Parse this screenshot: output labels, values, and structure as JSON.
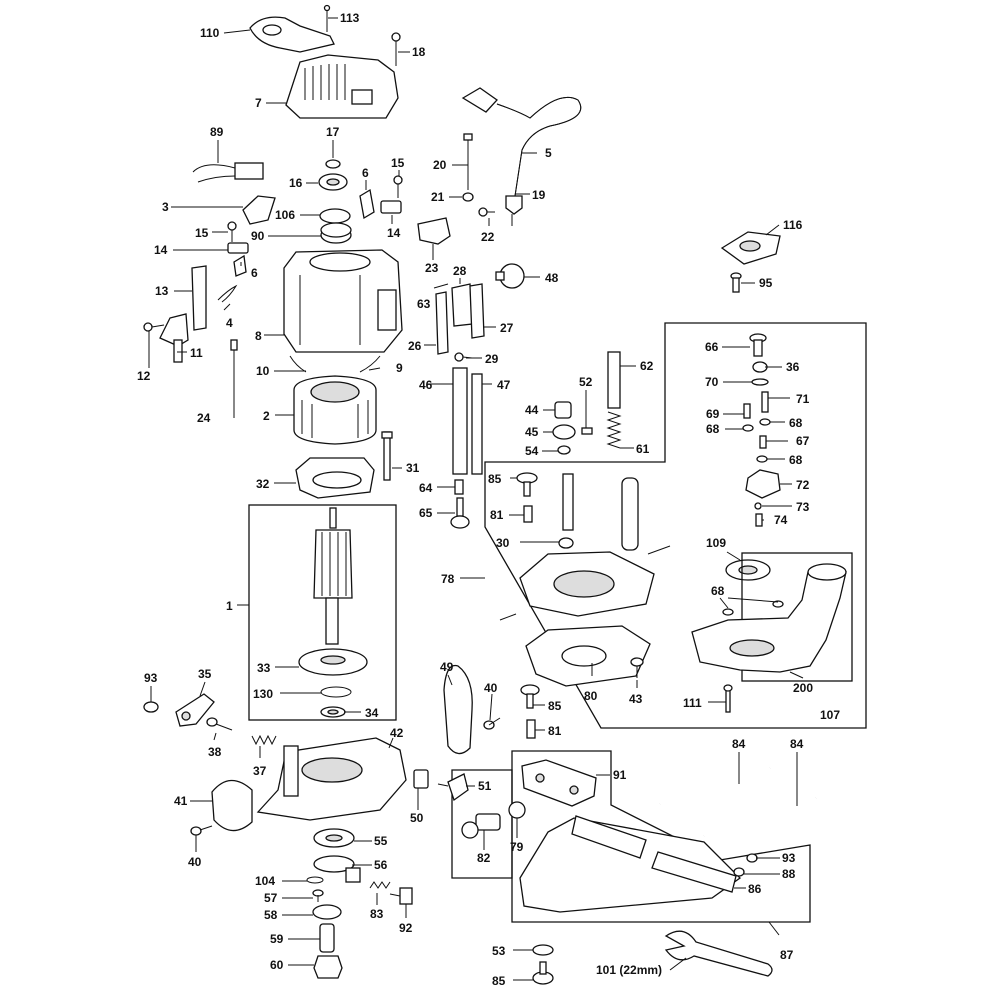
{
  "labels": {
    "l110": "110",
    "l113": "113",
    "l18": "18",
    "l7": "7",
    "l89": "89",
    "l17": "17",
    "l20": "20",
    "l5": "5",
    "l15a": "15",
    "l16": "16",
    "l6a": "6",
    "l21": "21",
    "l19": "19",
    "l3": "3",
    "l106": "106",
    "l14a": "14",
    "l22": "22",
    "l15b": "15",
    "l90": "90",
    "l116": "116",
    "l14b": "14",
    "l23": "23",
    "l28": "28",
    "l48": "48",
    "l6b": "6",
    "l95": "95",
    "l13": "13",
    "l63": "63",
    "l4": "4",
    "l27": "27",
    "l8": "8",
    "l26": "26",
    "l12": "12",
    "l11": "11",
    "l29": "29",
    "l66": "66",
    "l36": "36",
    "l62": "62",
    "l10": "10",
    "l9": "9",
    "l46": "46",
    "l47": "47",
    "l52": "52",
    "l70": "70",
    "l71": "71",
    "l2": "2",
    "l24": "24",
    "l44": "44",
    "l69": "69",
    "l68a": "68",
    "l45": "45",
    "l68b": "68",
    "l67": "67",
    "l54": "54",
    "l61": "61",
    "l68c": "68",
    "l31": "31",
    "l32": "32",
    "l85a": "85",
    "l72": "72",
    "l64": "64",
    "l73": "73",
    "l65": "65",
    "l81a": "81",
    "l74": "74",
    "l30": "30",
    "l109": "109",
    "l1": "1",
    "l78": "78",
    "l68d": "68",
    "l33": "33",
    "l93a": "93",
    "l35": "35",
    "l49": "49",
    "l40a": "40",
    "l130": "130",
    "l80": "80",
    "l43": "43",
    "l111": "111",
    "l200": "200",
    "l34": "34",
    "l85b": "85",
    "l107": "107",
    "l38": "38",
    "l81b": "81",
    "l42": "42",
    "l37": "37",
    "l84a": "84",
    "l84b": "84",
    "l91": "91",
    "l41": "41",
    "l51": "51",
    "l50": "50",
    "l40b": "40",
    "l55": "55",
    "l82": "82",
    "l79": "79",
    "l93b": "93",
    "l56": "56",
    "l88": "88",
    "l104": "104",
    "l86": "86",
    "l57": "57",
    "l83": "83",
    "l58": "58",
    "l92": "92",
    "l59": "59",
    "l87": "87",
    "l53": "53",
    "l60": "60",
    "l101": "101 (22mm)",
    "l85c": "85"
  }
}
